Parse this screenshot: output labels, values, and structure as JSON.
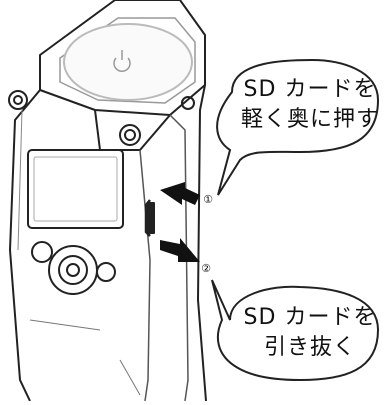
{
  "callouts": {
    "insert": {
      "line1": "SD カードを",
      "line2": "軽く奥に押す",
      "step": "①"
    },
    "remove": {
      "line1": "SD カードを",
      "line2": "引き抜く",
      "step": "②"
    }
  },
  "icons": {
    "power": "power-icon",
    "arrow_in": "arrow-left-icon",
    "arrow_out": "arrow-right-icon"
  },
  "colors": {
    "line": "#222222",
    "highlight": "#bbbbbb",
    "arrow": "#111111"
  }
}
